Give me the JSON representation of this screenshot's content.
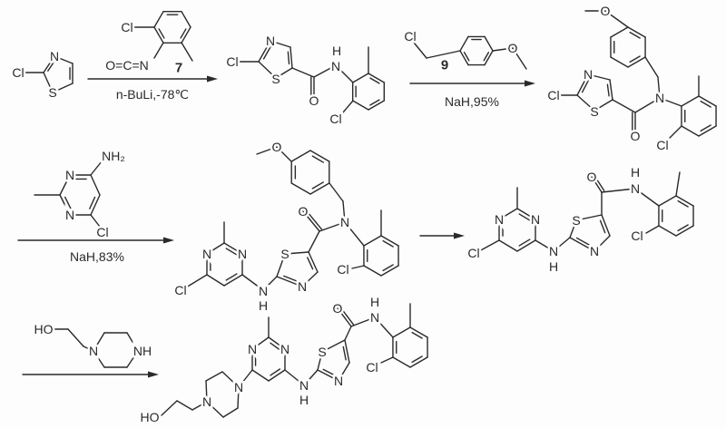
{
  "m0": {
    "atoms": [
      "Cl",
      "N",
      "S"
    ]
  },
  "r7": {
    "atoms": [
      "Cl",
      "O=C=N"
    ],
    "label": "7"
  },
  "step1": {
    "conditions": "n-BuLi,-78℃"
  },
  "m1": {
    "atoms": [
      "Cl",
      "N",
      "S",
      "O",
      "N",
      "H",
      "Cl"
    ]
  },
  "r9": {
    "atoms": [
      "Cl",
      "O"
    ],
    "label": "9"
  },
  "step2": {
    "conditions": "NaH,95%"
  },
  "m2": {
    "atoms": [
      "O",
      "Cl",
      "N",
      "S",
      "O",
      "N",
      "Cl"
    ]
  },
  "r_amine": {
    "atoms": [
      "NH₂",
      "N",
      "N",
      "Cl"
    ]
  },
  "step3": {
    "conditions": "NaH,83%"
  },
  "m3": {
    "atoms": [
      "O",
      "O",
      "N",
      "S",
      "N",
      "N",
      "H",
      "N",
      "N",
      "Cl",
      "Cl"
    ]
  },
  "m4": {
    "atoms": [
      "N",
      "N",
      "Cl",
      "N",
      "H",
      "S",
      "N",
      "O",
      "N",
      "H",
      "Cl"
    ]
  },
  "r_pip": {
    "atoms": [
      "HO",
      "N",
      "NH"
    ]
  },
  "m5": {
    "atoms": [
      "N",
      "N",
      "N",
      "H",
      "S",
      "N",
      "O",
      "N",
      "H",
      "Cl",
      "N",
      "N",
      "HO"
    ]
  }
}
